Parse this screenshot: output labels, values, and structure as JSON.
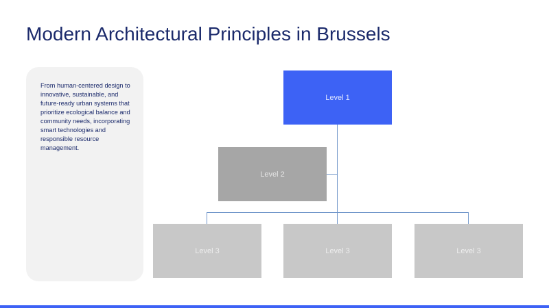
{
  "slide": {
    "title": "Modern Architectural Principles in Brussels",
    "sidebar_text": "From human-centered design to innovative, sustainable, and future-ready urban systems that prioritize ecological balance and community needs, incorporating smart technologies and responsible resource management."
  },
  "org_chart": {
    "level1": {
      "label": "Level 1"
    },
    "level2": {
      "label": "Level 2"
    },
    "level3": [
      {
        "label": "Level 3"
      },
      {
        "label": "Level 3"
      },
      {
        "label": "Level 3"
      }
    ]
  },
  "colors": {
    "title": "#1b2a6b",
    "accent": "#3d62f5",
    "level2": "#a6a6a6",
    "level3": "#c8c8c8",
    "connector": "#6f95c9",
    "panel": "#f2f2f2"
  }
}
